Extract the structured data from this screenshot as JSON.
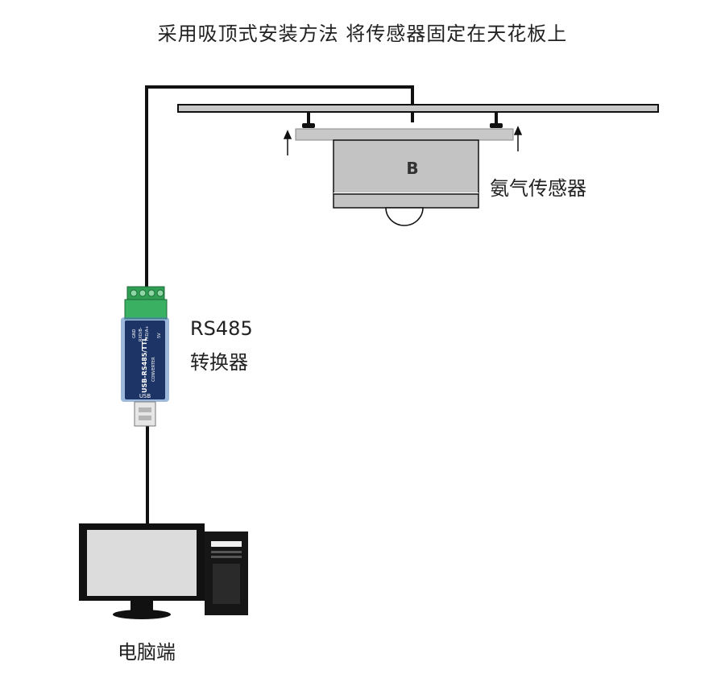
{
  "title": "采用吸顶式安装方法 将传感器固定在天花板上",
  "sensor": {
    "label": "氨气传感器",
    "badge": "B"
  },
  "converter": {
    "label_line1": "RS485",
    "label_line2": "转换器",
    "body_text": "USB-RS485/TTL",
    "sub_text": "CONVERTER",
    "port_text": "USB",
    "pins": [
      "GND",
      "RXD/B-",
      "TXD/A+",
      "5V"
    ]
  },
  "computer": {
    "label": "电脑端"
  },
  "colors": {
    "wire": "#111111",
    "ceiling": "#c8c8c8",
    "sensor_body": "#c3c3c3",
    "terminal": "#2f9f54",
    "converter_body": "#1d3566"
  }
}
